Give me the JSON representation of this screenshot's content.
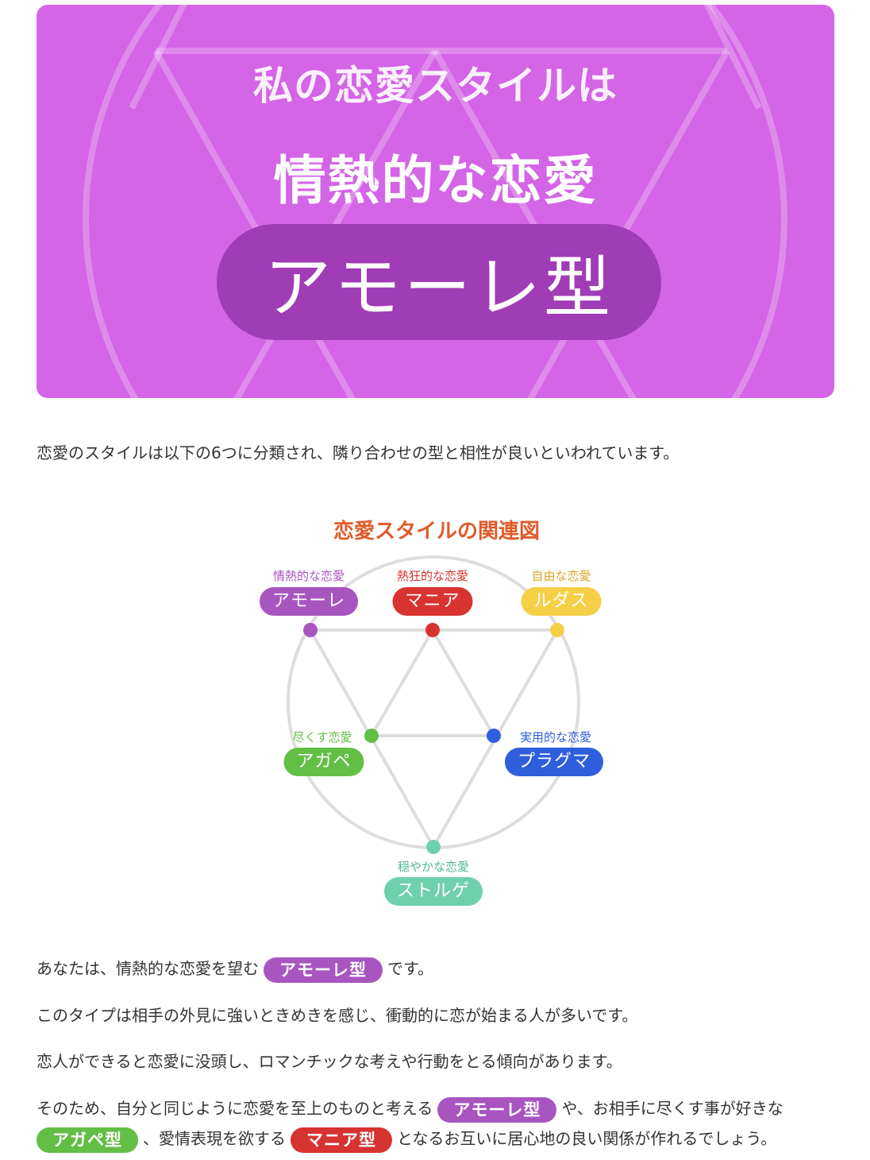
{
  "colors": {
    "banner_bg": "#d465e6",
    "banner_pill": "#a03cb5",
    "amore": "#a955c0",
    "mania": "#d73330",
    "ludus": "#f5cf45",
    "agape": "#63be45",
    "pragma": "#2f5fdc",
    "storge": "#6fd0ad",
    "title_orange": "#e05a2a",
    "line_gray": "#dddddd"
  },
  "banner": {
    "line1": "私の恋愛スタイルは",
    "line2": "情熱的な恋愛",
    "type": "アモーレ型"
  },
  "intro": "恋愛のスタイルは以下の6つに分類され、隣り合わせの型と相性が良いといわれています。",
  "diagram": {
    "title": "恋愛スタイルの関連図",
    "nodes": {
      "amore": {
        "sub": "情熱的な恋愛",
        "label": "アモーレ"
      },
      "mania": {
        "sub": "熱狂的な恋愛",
        "label": "マニア"
      },
      "ludus": {
        "sub": "自由な恋愛",
        "label": "ルダス"
      },
      "agape": {
        "sub": "尽くす恋愛",
        "label": "アガペ"
      },
      "pragma": {
        "sub": "実用的な恋愛",
        "label": "プラグマ"
      },
      "storge": {
        "sub": "穏やかな恋愛",
        "label": "ストルゲ"
      }
    }
  },
  "result": {
    "p1_before": "あなたは、情熱的な恋愛を望む",
    "p1_tag": "アモーレ型",
    "p1_after": "です。",
    "p2": "このタイプは相手の外見に強いときめきを感じ、衝動的に恋が始まる人が多いです。",
    "p3": "恋人ができると恋愛に没頭し、ロマンチックな考えや行動をとる傾向があります。",
    "p4_before": "そのため、自分と同じように恋愛を至上のものと考える",
    "p4_tag1": "アモーレ型",
    "p4_mid": "や、お相手に尽くす事が好きな",
    "p5_tag2": "アガペ型",
    "p5_mid": "、愛情表現を欲する",
    "p5_tag3": "マニア型",
    "p5_after": "となるお互いに居心地の良い関係が作れるでしょう。"
  }
}
